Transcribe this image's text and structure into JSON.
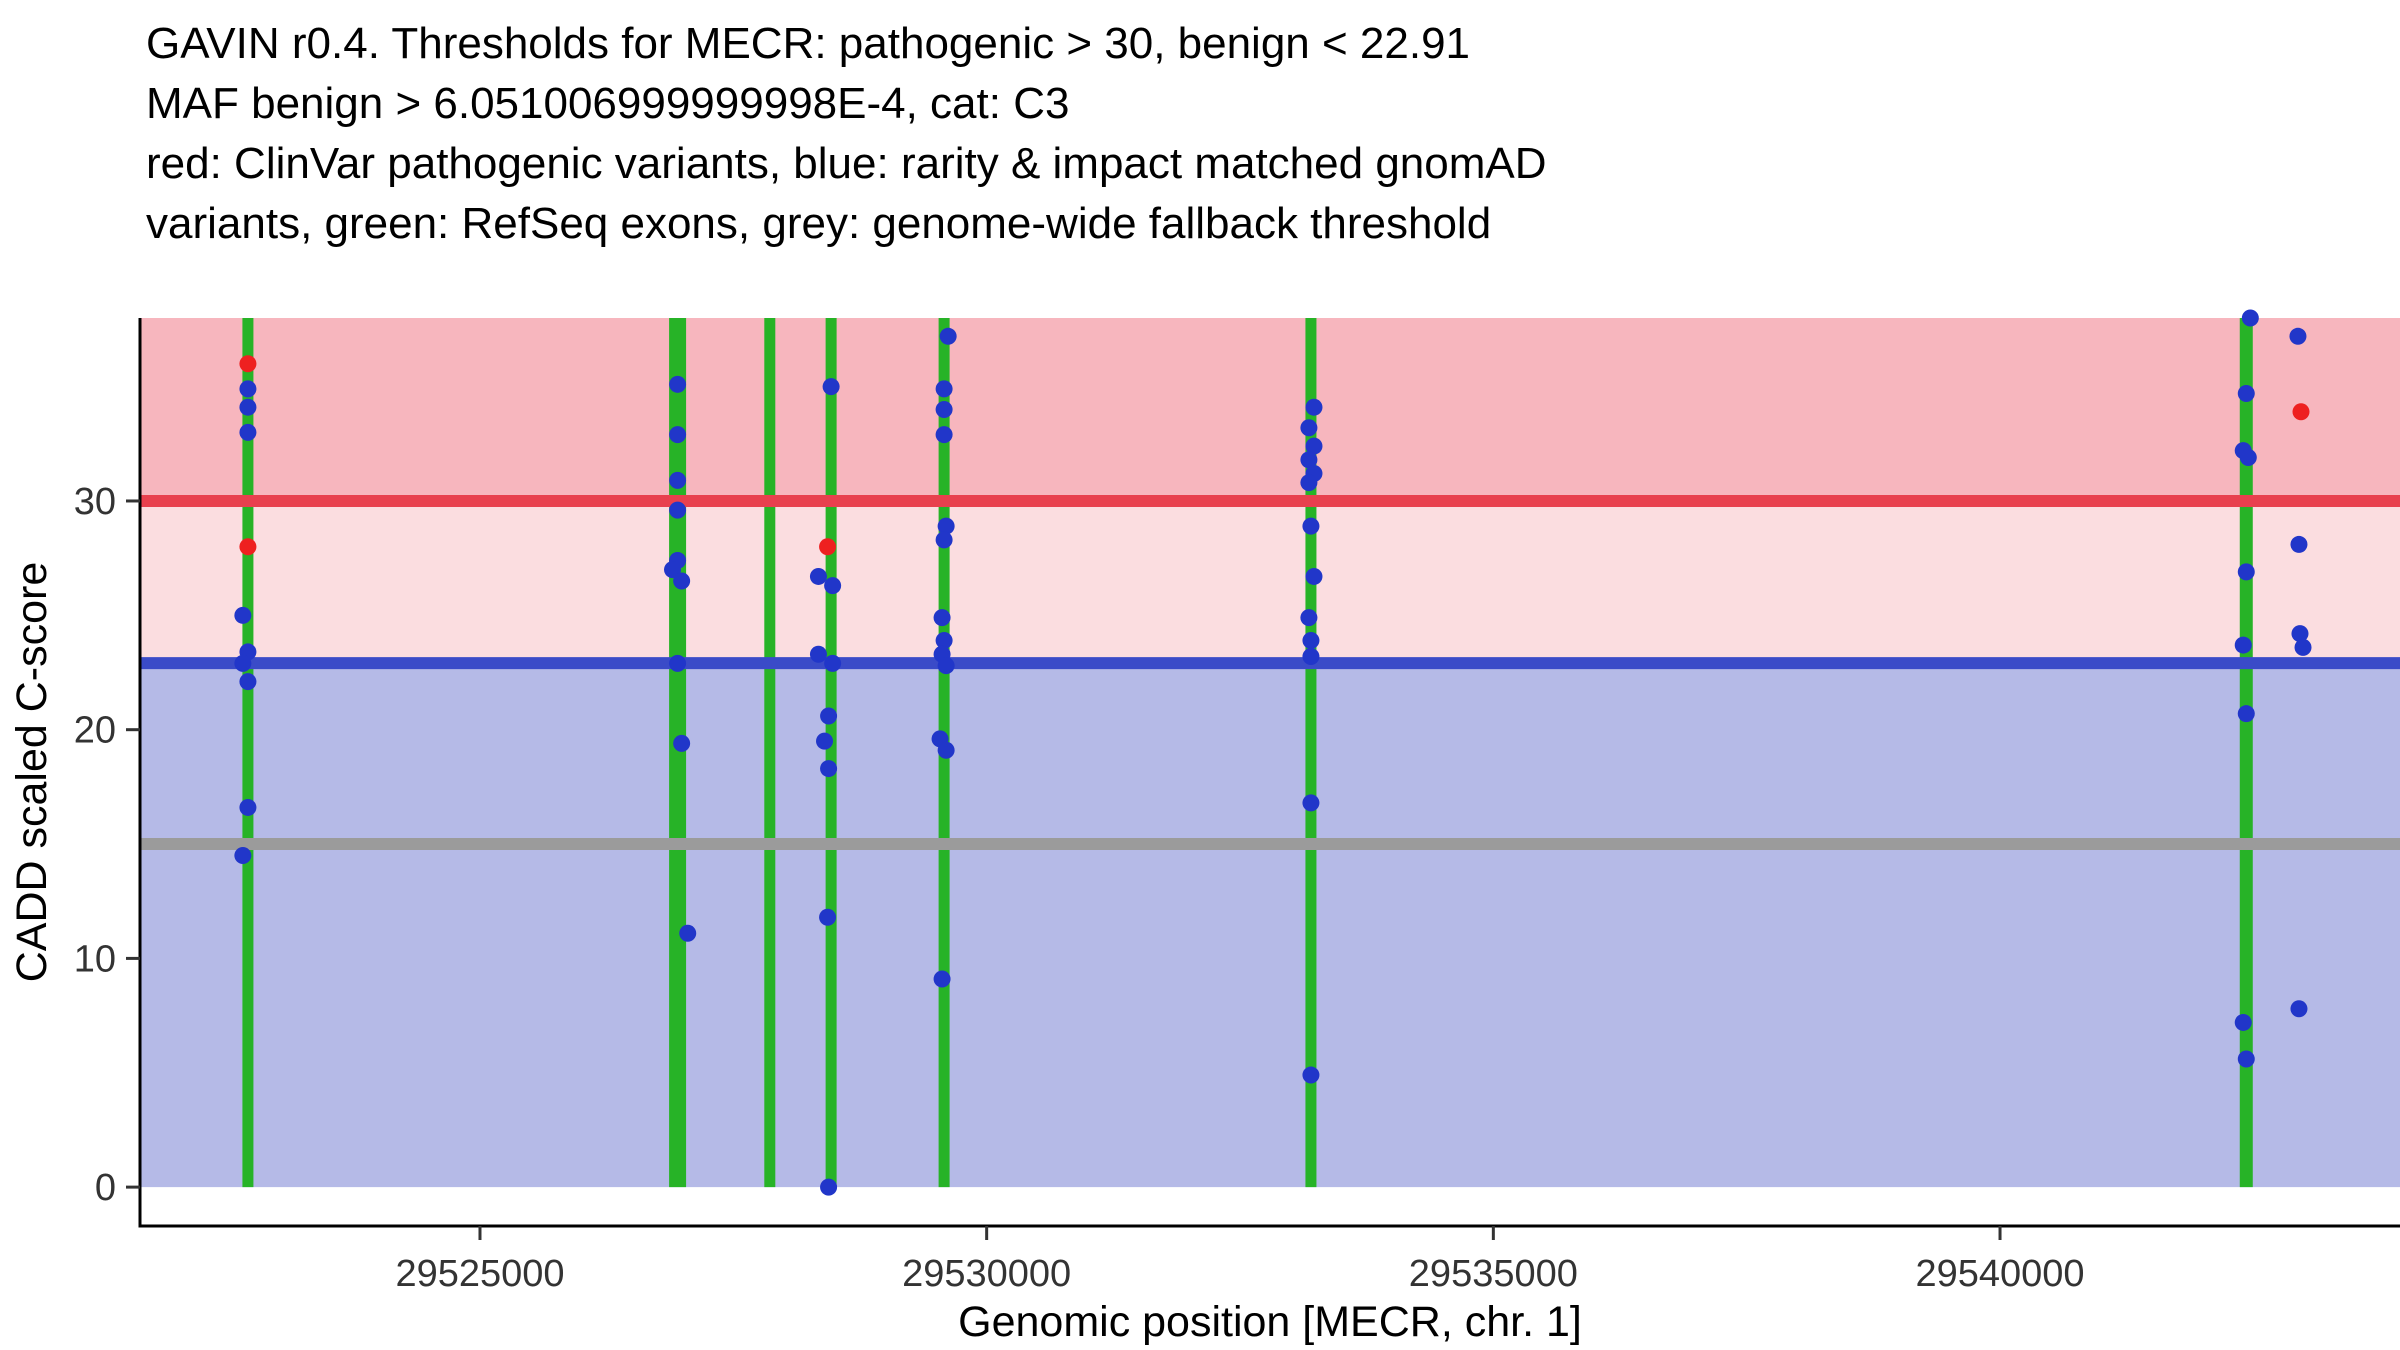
{
  "chart_data": {
    "type": "scatter",
    "title_lines": [
      "GAVIN r0.4. Thresholds for MECR: pathogenic > 30, benign < 22.91",
      "MAF benign > 6.051006999999998E-4, cat: C3",
      "red: ClinVar pathogenic variants, blue: rarity & impact matched gnomAD",
      "variants, green: RefSeq exons, grey: genome-wide fallback threshold"
    ],
    "xlabel": "Genomic position [MECR, chr. 1]",
    "ylabel": "CADD scaled C-score",
    "xlim": [
      29521645,
      29543947
    ],
    "ylim": [
      -1.7,
      38
    ],
    "x_ticks": [
      29525000,
      29530000,
      29535000,
      29540000
    ],
    "y_ticks": [
      0,
      10,
      20,
      30
    ],
    "grid": false,
    "legend": "none",
    "bands": [
      {
        "name": "pathogenic",
        "y0": 30,
        "y1": 38,
        "color": "#F7B6BE"
      },
      {
        "name": "vous",
        "y0": 22.91,
        "y1": 30,
        "color": "#FBDDE0"
      },
      {
        "name": "benign",
        "y0": 0,
        "y1": 22.91,
        "color": "#B5BAE7"
      }
    ],
    "thresholds": [
      {
        "name": "pathogenic-threshold",
        "y": 30,
        "color": "#E8404E"
      },
      {
        "name": "benign-threshold",
        "y": 22.91,
        "color": "#3A4BC8"
      },
      {
        "name": "genomewide-fallback-threshold",
        "y": 15,
        "color": "#9B9B9B"
      }
    ],
    "exon_color": "#27B327",
    "exons": [
      {
        "pos": 29522710,
        "width": 11
      },
      {
        "pos": 29526950,
        "width": 17
      },
      {
        "pos": 29527860,
        "width": 11
      },
      {
        "pos": 29528465,
        "width": 11
      },
      {
        "pos": 29529580,
        "width": 11
      },
      {
        "pos": 29533200,
        "width": 11
      },
      {
        "pos": 29542430,
        "width": 13
      }
    ],
    "point_colors": {
      "b": "#2136C9",
      "r": "#EE2020"
    },
    "points": [
      [
        29522710,
        36.0,
        "r"
      ],
      [
        29522710,
        34.9,
        "b"
      ],
      [
        29522710,
        34.1,
        "b"
      ],
      [
        29522710,
        33.0,
        "b"
      ],
      [
        29522710,
        28.0,
        "r"
      ],
      [
        29522660,
        25.0,
        "b"
      ],
      [
        29522710,
        23.4,
        "b"
      ],
      [
        29522660,
        22.9,
        "b"
      ],
      [
        29522710,
        22.1,
        "b"
      ],
      [
        29522710,
        16.6,
        "b"
      ],
      [
        29522660,
        14.5,
        "b"
      ],
      [
        29526950,
        35.1,
        "b"
      ],
      [
        29526950,
        32.9,
        "b"
      ],
      [
        29526950,
        30.9,
        "b"
      ],
      [
        29526950,
        29.6,
        "b"
      ],
      [
        29526950,
        27.4,
        "b"
      ],
      [
        29526900,
        27.0,
        "b"
      ],
      [
        29526990,
        26.5,
        "b"
      ],
      [
        29526950,
        22.9,
        "b"
      ],
      [
        29526990,
        19.4,
        "b"
      ],
      [
        29527050,
        11.1,
        "b"
      ],
      [
        29528465,
        35.0,
        "b"
      ],
      [
        29528430,
        28.0,
        "r"
      ],
      [
        29528340,
        26.7,
        "b"
      ],
      [
        29528480,
        26.3,
        "b"
      ],
      [
        29528340,
        23.3,
        "b"
      ],
      [
        29528480,
        22.9,
        "b"
      ],
      [
        29528440,
        20.6,
        "b"
      ],
      [
        29528400,
        19.5,
        "b"
      ],
      [
        29528440,
        18.3,
        "b"
      ],
      [
        29528430,
        11.8,
        "b"
      ],
      [
        29528440,
        0.0,
        "b"
      ],
      [
        29529620,
        37.2,
        "b"
      ],
      [
        29529580,
        34.9,
        "b"
      ],
      [
        29529580,
        34.0,
        "b"
      ],
      [
        29529580,
        32.9,
        "b"
      ],
      [
        29529600,
        28.9,
        "b"
      ],
      [
        29529580,
        28.3,
        "b"
      ],
      [
        29529560,
        24.9,
        "b"
      ],
      [
        29529580,
        23.9,
        "b"
      ],
      [
        29529560,
        23.3,
        "b"
      ],
      [
        29529600,
        22.8,
        "b"
      ],
      [
        29529540,
        19.6,
        "b"
      ],
      [
        29529600,
        19.1,
        "b"
      ],
      [
        29529560,
        9.1,
        "b"
      ],
      [
        29533230,
        34.1,
        "b"
      ],
      [
        29533180,
        33.2,
        "b"
      ],
      [
        29533230,
        32.4,
        "b"
      ],
      [
        29533180,
        31.8,
        "b"
      ],
      [
        29533230,
        31.2,
        "b"
      ],
      [
        29533180,
        30.8,
        "b"
      ],
      [
        29533200,
        28.9,
        "b"
      ],
      [
        29533230,
        26.7,
        "b"
      ],
      [
        29533180,
        24.9,
        "b"
      ],
      [
        29533200,
        23.9,
        "b"
      ],
      [
        29533200,
        23.2,
        "b"
      ],
      [
        29533200,
        16.8,
        "b"
      ],
      [
        29533200,
        4.9,
        "b"
      ],
      [
        29542470,
        38.0,
        "b"
      ],
      [
        29542430,
        34.7,
        "b"
      ],
      [
        29542400,
        32.2,
        "b"
      ],
      [
        29542450,
        31.9,
        "b"
      ],
      [
        29542430,
        26.9,
        "b"
      ],
      [
        29542400,
        23.7,
        "b"
      ],
      [
        29542430,
        20.7,
        "b"
      ],
      [
        29542400,
        7.2,
        "b"
      ],
      [
        29542430,
        5.6,
        "b"
      ],
      [
        29542940,
        37.2,
        "b"
      ],
      [
        29542970,
        33.9,
        "r"
      ],
      [
        29542950,
        28.1,
        "b"
      ],
      [
        29542960,
        24.2,
        "b"
      ],
      [
        29542990,
        23.6,
        "b"
      ],
      [
        29542950,
        7.8,
        "b"
      ]
    ]
  }
}
